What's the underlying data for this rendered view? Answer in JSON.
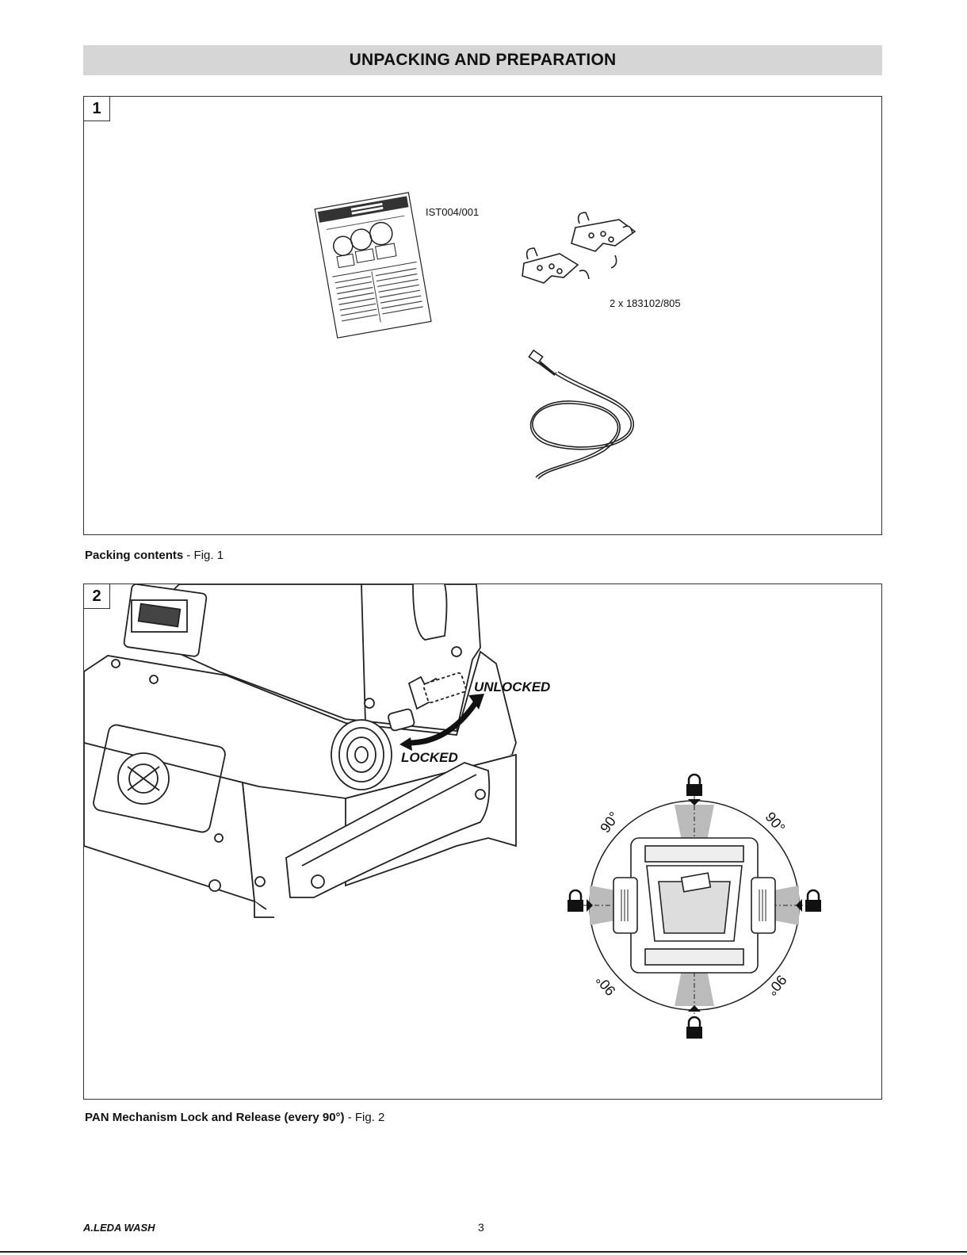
{
  "header": {
    "title": "UNPACKING AND PREPARATION"
  },
  "figure1": {
    "number": "1",
    "manual_label": "IST004/001",
    "brackets_label": "2 x 183102/805",
    "caption_bold": "Packing contents",
    "caption_rest": " - Fig. 1"
  },
  "figure2": {
    "number": "2",
    "unlocked_label": "UNLOCKED",
    "locked_label": "LOCKED",
    "degree_labels": [
      "90°",
      "90°",
      "90°",
      "90°"
    ],
    "caption_bold": "PAN Mechanism Lock and Release (every 90°)",
    "caption_rest": " - Fig. 2"
  },
  "footer": {
    "product": "A.LEDA WASH",
    "page": "3"
  },
  "icons": [
    "manual-booklet-icon",
    "bracket-icon",
    "cable-icon",
    "lock-icon",
    "fixture-illustration"
  ]
}
